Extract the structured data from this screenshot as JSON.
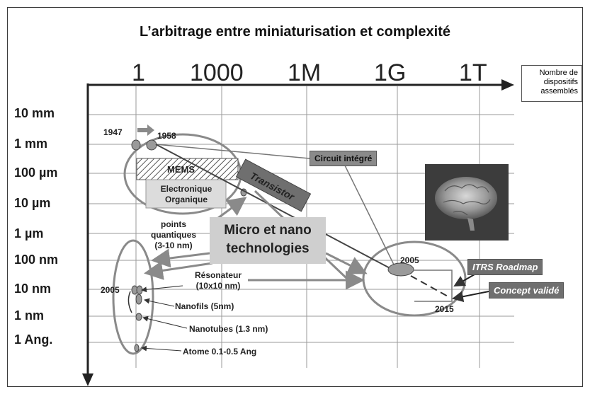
{
  "title": "L’arbitrage entre miniaturisation et complexité",
  "x_ticks": [
    "1",
    "1000",
    "1M",
    "1G",
    "1T"
  ],
  "x_axis_box": "Nombre de dispositifs assemblés",
  "y_ticks": [
    "10 mm",
    "1 mm",
    "100 µm",
    "10 µm",
    "1 µm",
    "100 nm",
    "10 nm",
    "1 nm",
    "1 Ang."
  ],
  "labels": {
    "year_1947": "1947",
    "year_1958": "1958",
    "mems": "MEMS",
    "electronique": "Electronique Organique",
    "transistor": "Transistor",
    "circuit": "Circuit intégré",
    "points": "points quantiques (3-10 nm)",
    "micro_nano": "Micro et nano technologies",
    "resonateur": "Résonateur (10x10 nm)",
    "year_2005_left": "2005",
    "nanofils": "Nanofils (5nm)",
    "nanotubes": "Nanotubes (1.3 nm)",
    "atome": "Atome 0.1-0.5 Ang",
    "year_2005_right": "2005",
    "itrs": "ITRS Roadmap",
    "concept": "Concept validé",
    "year_2015": "2015"
  },
  "colors": {
    "accent_gray": "#8a8a8a",
    "dark": "#3a3a3a",
    "light_fill": "#cfcfcf"
  },
  "icons": [
    "brain-image"
  ]
}
